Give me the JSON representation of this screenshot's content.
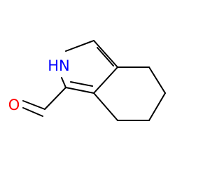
{
  "structure": {
    "atoms": {
      "nh": {
        "text": "HN",
        "element": "N",
        "color": "#0000ff"
      },
      "o": {
        "text": "O",
        "element": "O",
        "color": "#ff0000"
      }
    },
    "bond_color": "#000000"
  }
}
